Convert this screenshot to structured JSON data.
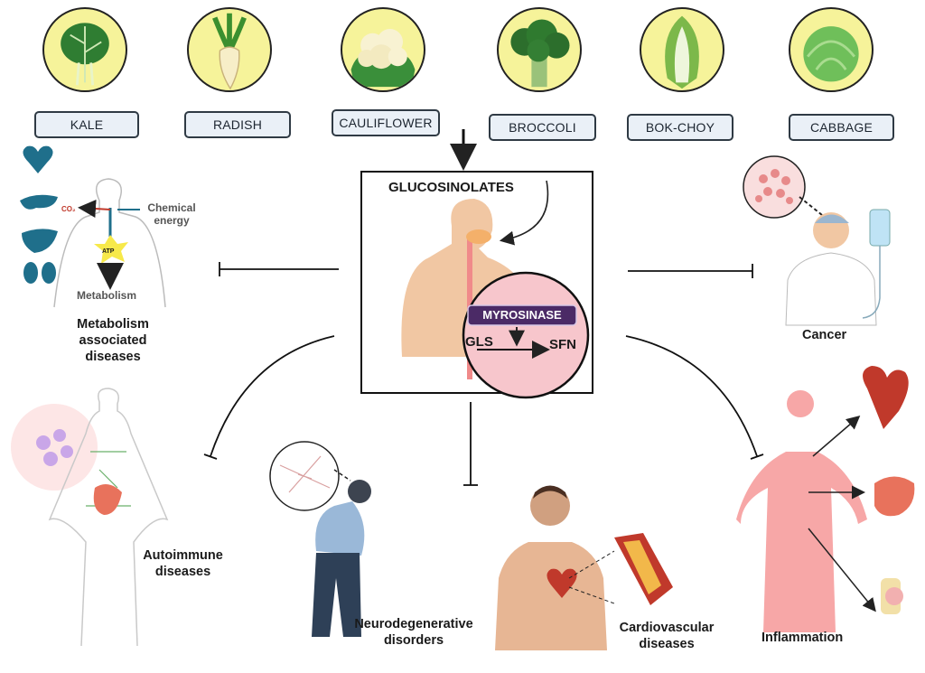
{
  "vegetables": [
    {
      "label": "KALE",
      "icon": "kale-icon"
    },
    {
      "label": "RADISH",
      "icon": "radish-icon"
    },
    {
      "label": "CAULIFLOWER",
      "icon": "cauliflower-icon"
    },
    {
      "label": "BROCCOLI",
      "icon": "broccoli-icon"
    },
    {
      "label": "BOK-CHOY",
      "icon": "bok-choy-icon"
    },
    {
      "label": "CABBAGE",
      "icon": "cabbage-icon"
    }
  ],
  "center": {
    "title": "GLUCOSINOLATES",
    "enzyme": "MYROSINASE",
    "substrate": "GLS",
    "product": "SFN"
  },
  "metabolism": {
    "co2": "CO₂",
    "chemical_energy": "Chemical energy",
    "atp": "ATP",
    "metabolism_label": "Metabolism",
    "title": "Metabolism associated diseases"
  },
  "outcomes": {
    "cancer": "Cancer",
    "autoimmune": "Autoimmune diseases",
    "neuro": "Neurodegenerative disorders",
    "cardio": "Cardiovascular diseases",
    "inflammation": "Inflammation"
  },
  "colors": {
    "veg_circle": "#f6f39a",
    "label_bg": "#eaf0f7",
    "enzyme_bg": "#4b2a66",
    "zoom_circle": "#f7c6cc",
    "skin": "#f1c7a3",
    "organ_blue": "#1f6f8b",
    "inflammation_body": "#f7a7a7"
  }
}
